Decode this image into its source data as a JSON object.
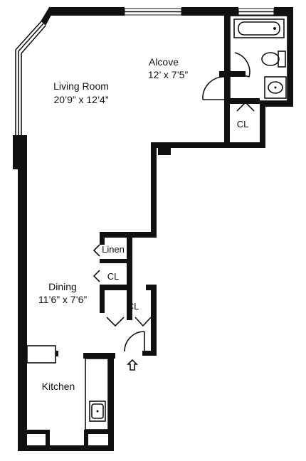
{
  "rooms": {
    "living": {
      "name": "Living Room",
      "size": "20’9” x 12’4”"
    },
    "alcove": {
      "name": "Alcove",
      "size": "12’ x 7’5”"
    },
    "dining": {
      "name": "Dining",
      "size": "11’6” x 7’6”"
    },
    "kitchen": {
      "name": "Kitchen"
    }
  },
  "closets": {
    "alcove_cl": "CL",
    "linen": "Linen",
    "dining_cl": "CL",
    "hall_cl": "CL"
  },
  "icons": {
    "entry": "entry-arrow-icon",
    "bathtub": "bathtub-icon",
    "toilet": "toilet-icon",
    "bath_sink": "sink-icon",
    "kitchen_sink": "kitchen-sink-icon",
    "range": "range-icon"
  }
}
